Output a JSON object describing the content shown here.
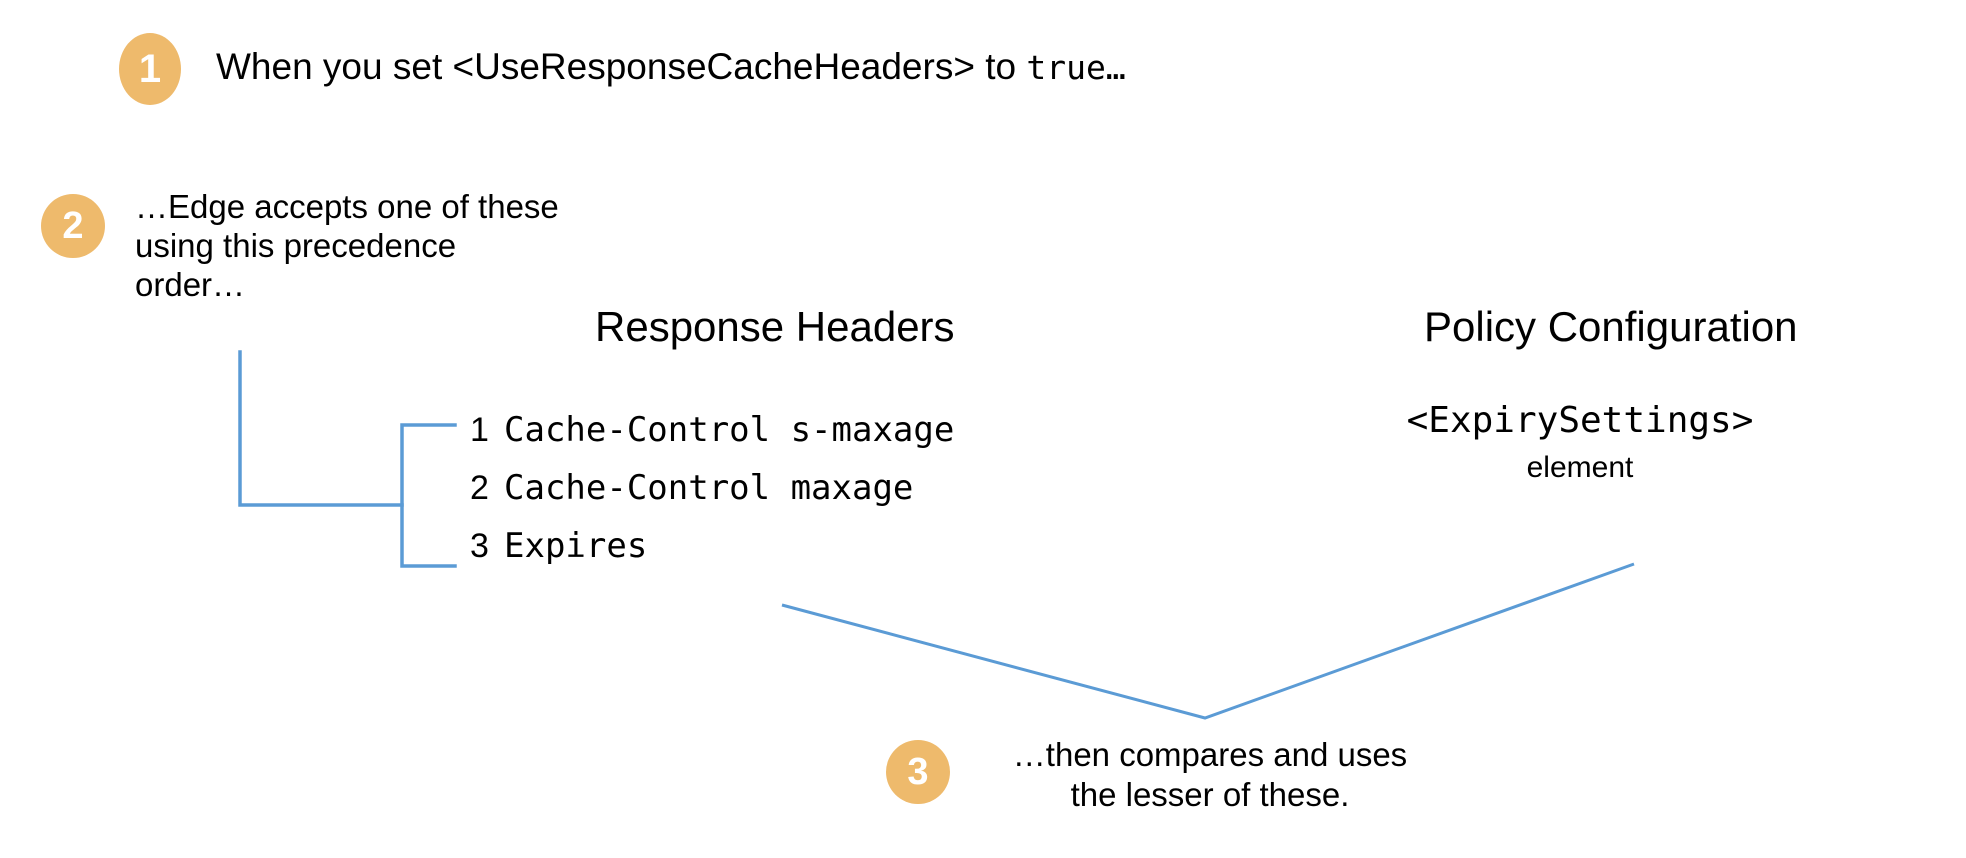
{
  "diagram": {
    "title": "Edge response cache header precedence",
    "background_color": "#ffffff",
    "accent_color": "#5B9BD5",
    "badge_color": "#EEBA6C",
    "badge_text_color": "#ffffff",
    "text_color": "#000000"
  },
  "steps": [
    {
      "number": "1",
      "text_prefix": "When you set <UseResponseCacheHeaders> to ",
      "text_mono": "true…",
      "full_text": "When you set <UseResponseCacheHeaders> to true…"
    },
    {
      "number": "2",
      "line1": "…Edge accepts one of these",
      "line2": "using this precedence",
      "line3": "order…",
      "full_text": "…Edge accepts one of these using this precedence order…"
    },
    {
      "number": "3",
      "line1": "…then compares and uses",
      "line2": "the lesser of these.",
      "full_text": "…then compares and uses the lesser of these."
    }
  ],
  "columns": {
    "response_headers": {
      "heading": "Response Headers",
      "items": [
        {
          "number": "1",
          "name": "Cache-Control s-maxage"
        },
        {
          "number": "2",
          "name": "Cache-Control maxage"
        },
        {
          "number": "3",
          "name": "Expires"
        }
      ]
    },
    "policy_configuration": {
      "heading": "Policy Configuration",
      "element_name": "<ExpirySettings>",
      "element_word": "element"
    }
  },
  "connectors": {
    "stroke_color": "#5B9BD5",
    "elbow_from_step2": "vertical down then right to bracket",
    "bracket_label": "groups the three response headers",
    "v_converge_label": "compares response headers with policy configuration"
  }
}
